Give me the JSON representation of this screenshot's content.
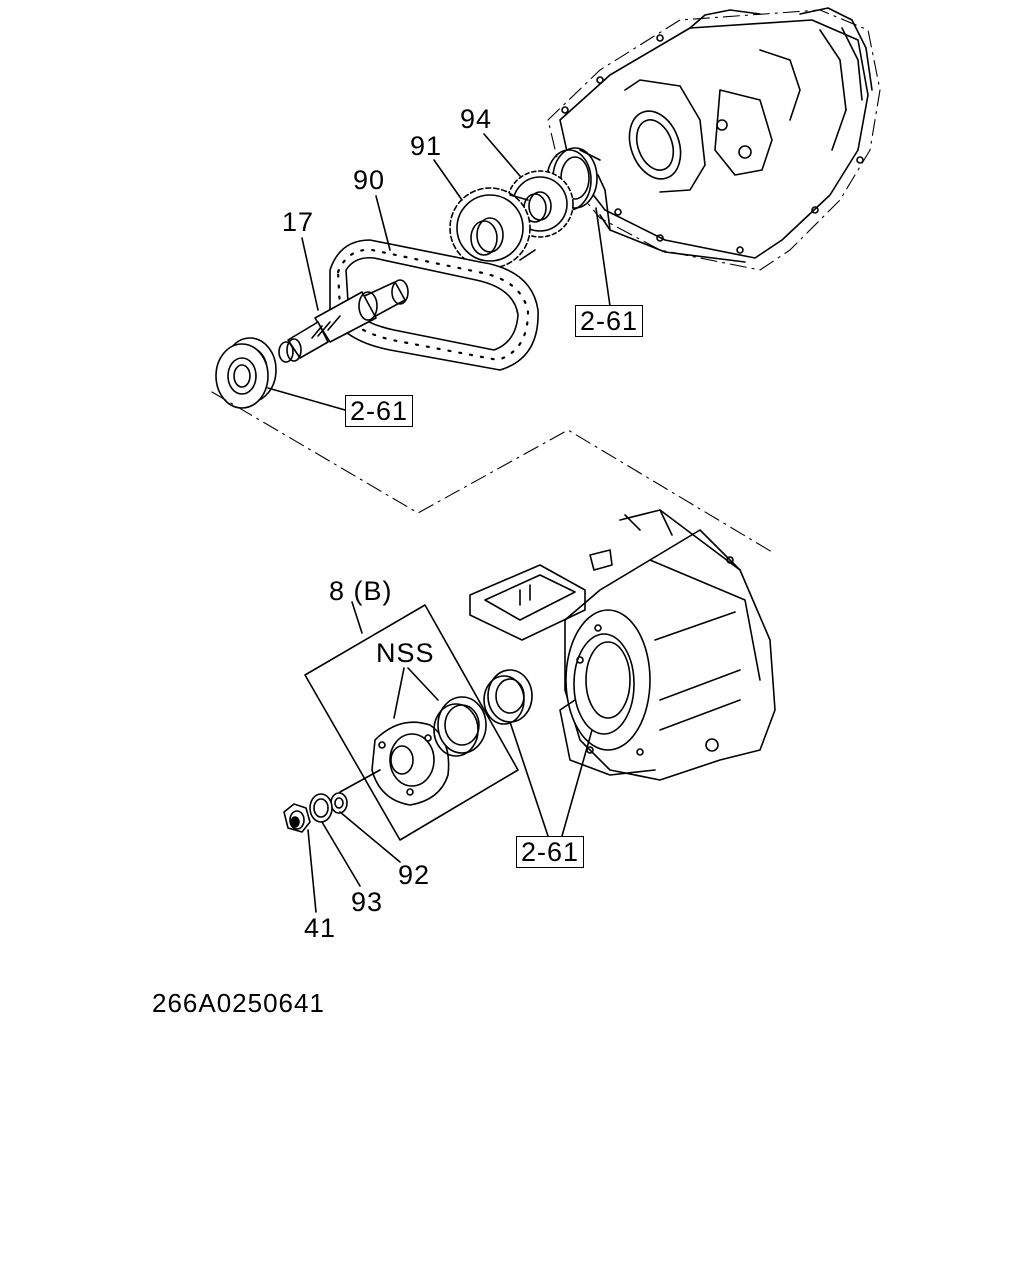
{
  "callouts": {
    "p94": "94",
    "p91": "91",
    "p90": "90",
    "p17": "17",
    "ref_upper_right": "2-61",
    "ref_upper_left": "2-61",
    "p8b": "8 (B)",
    "nss": "NSS",
    "p92": "92",
    "p93": "93",
    "p41": "41",
    "ref_lower": "2-61"
  },
  "document_id": "266A0250641",
  "colors": {
    "line": "#000000",
    "background": "#ffffff"
  }
}
